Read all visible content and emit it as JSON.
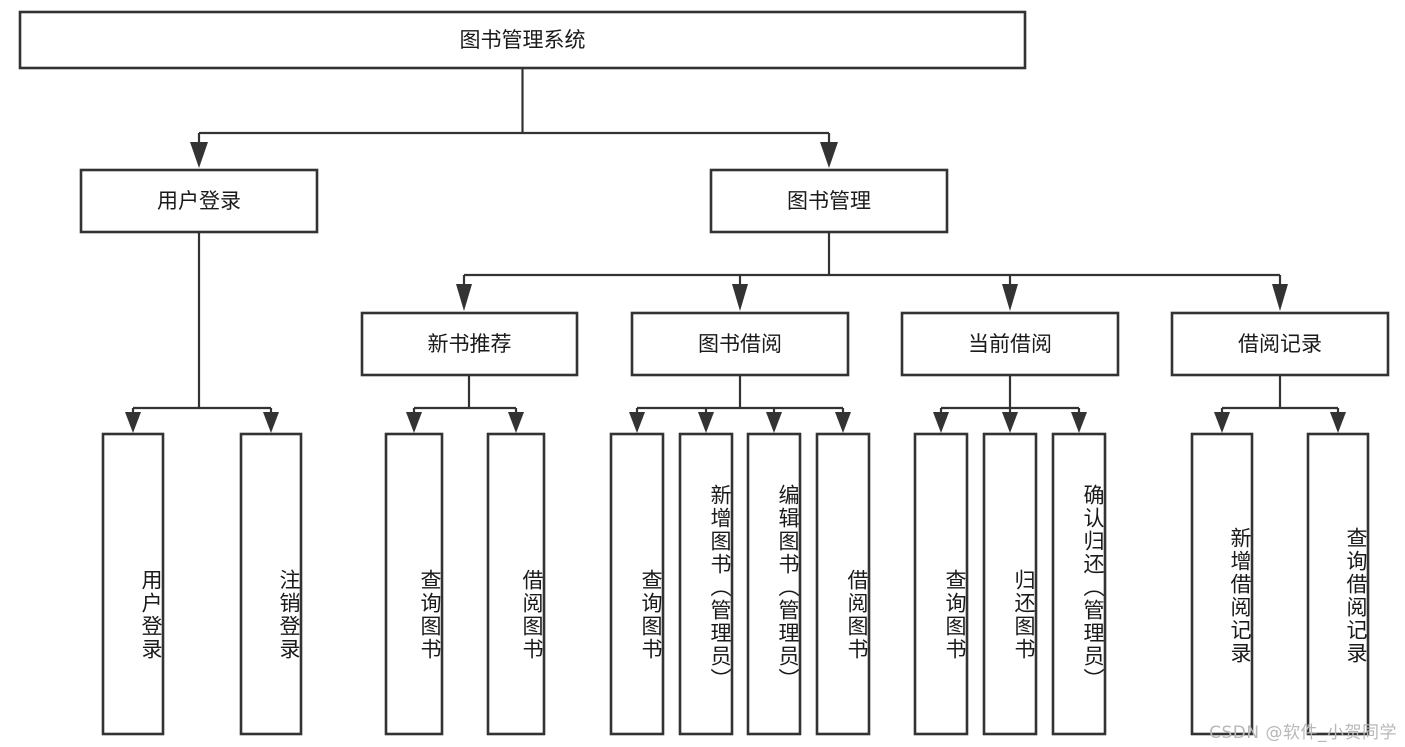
{
  "diagram": {
    "title": "图书管理系统",
    "type": "tree-hierarchy-diagram",
    "watermark": "CSDN @软件_小贺同学",
    "colors": {
      "box_fill": "#ffffff",
      "box_stroke": "#333333",
      "connector": "#333333",
      "text": "#1a1a1a",
      "watermark": "#b8b8b8",
      "background": "#ffffff"
    },
    "root": {
      "label": "图书管理系统"
    },
    "level2": [
      {
        "label": "用户登录"
      },
      {
        "label": "图书管理"
      }
    ],
    "level3": [
      {
        "label": "新书推荐"
      },
      {
        "label": "图书借阅"
      },
      {
        "label": "当前借阅"
      },
      {
        "label": "借阅记录"
      }
    ],
    "leaves": {
      "user_login": [
        {
          "label": "用户登录"
        },
        {
          "label": "注销登录"
        }
      ],
      "new_book_recommend": [
        {
          "label": "查询图书"
        },
        {
          "label": "借阅图书"
        }
      ],
      "book_borrow": [
        {
          "label": "查询图书"
        },
        {
          "label": "新增图书（管理员）"
        },
        {
          "label": "编辑图书（管理员）"
        },
        {
          "label": "借阅图书"
        }
      ],
      "current_borrow": [
        {
          "label": "查询图书"
        },
        {
          "label": "归还图书"
        },
        {
          "label": "确认归还（管理员）"
        }
      ],
      "borrow_record": [
        {
          "label": "新增借阅记录"
        },
        {
          "label": "查询借阅记录"
        }
      ]
    }
  }
}
